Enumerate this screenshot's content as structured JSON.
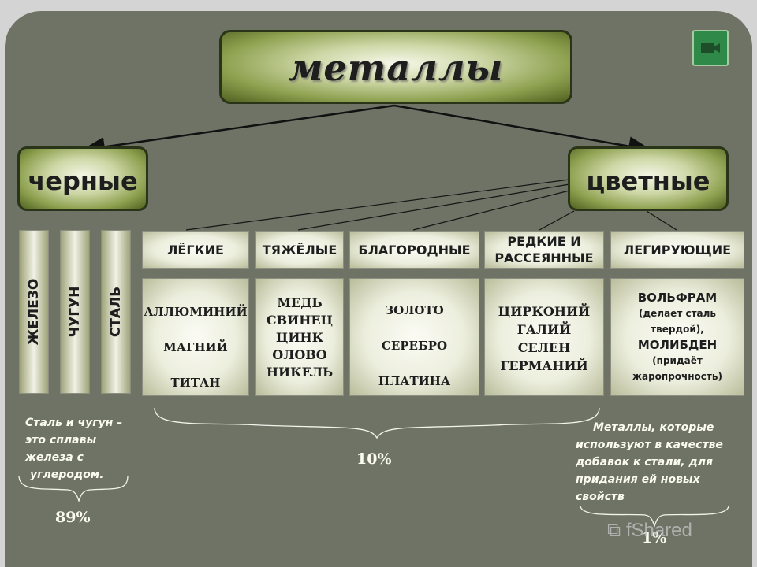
{
  "title": "металлы",
  "categories": {
    "ferrous": "черные",
    "nonferrous": "цветные"
  },
  "ferrous_items": [
    "железо",
    "чугун",
    "сталь"
  ],
  "nonferrous_groups": [
    {
      "header": "ЛЁГКИЕ",
      "items": [
        "АЛЛЮМИНИЙ",
        "МАГНИЙ",
        "ТИТАН"
      ]
    },
    {
      "header": "ТЯЖЁЛЫЕ",
      "items": [
        "МЕДЬ",
        "СВИНЕЦ",
        "ЦИНК",
        "ОЛОВО",
        "НИКЕЛЬ"
      ]
    },
    {
      "header": "БЛАГОРОДНЫЕ",
      "items": [
        "ЗОЛОТО",
        "СЕРЕБРО",
        "ПЛАТИНА"
      ]
    },
    {
      "header_lines": [
        "РЕДКИЕ И",
        "РАССЕЯННЫЕ"
      ],
      "items": [
        "ЦИРКОНИЙ",
        "ГАЛИЙ",
        "СЕЛЕН",
        "ГЕРМАНИЙ"
      ]
    },
    {
      "header": "ЛЕГИРУЮЩИЕ",
      "items": [
        "ВОЛЬФРАМ",
        "(делает сталь",
        "твердой),",
        "МОЛИБДЕН",
        "(придаёт",
        "жаропрочность)"
      ]
    }
  ],
  "notes": {
    "steel_note": [
      "Сталь и чугун –",
      "это сплавы",
      "железа с",
      "углеродом."
    ],
    "alloy_note": [
      "Металлы, которые",
      "используют в качестве",
      "добавок к стали, для",
      "придания ей новых",
      "свойств"
    ]
  },
  "percentages": {
    "ferrous": "89%",
    "main_groups": "10%",
    "alloying": "1%"
  },
  "watermark": "fShared",
  "icons": {
    "corner_button": "video-camera-icon",
    "watermark_mark": "share-icon"
  },
  "colors": {
    "background": "#6f7366",
    "box_dark": "#4f611f",
    "box_light": "#cdd7a6",
    "note_text": "#fbfbf0"
  }
}
